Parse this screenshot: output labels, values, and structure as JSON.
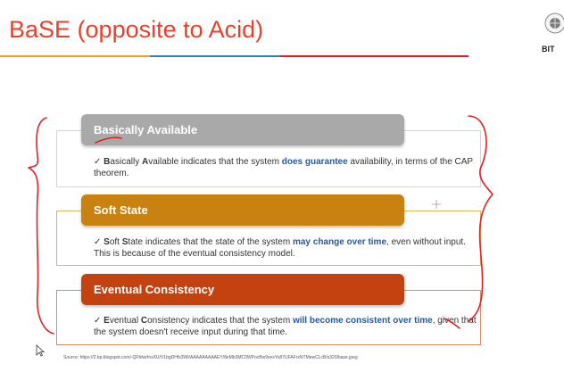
{
  "slide": {
    "title": "BaSE (opposite to Acid)",
    "colors": {
      "title": "#e8402a",
      "rule_orange": "#f5a21a",
      "rule_blue": "#2f7fc1",
      "rule_red": "#e31e24"
    }
  },
  "logo": {
    "text": "BIT",
    "icon": "university-crest-icon"
  },
  "sections": [
    {
      "heading": "Basically Available",
      "color": "#a9a9a9",
      "parts": [
        "B",
        "asically ",
        "A",
        "vailable indicates that the system ",
        "does guarantee",
        " availability, in terms of the CAP theorem."
      ]
    },
    {
      "heading": "Soft State",
      "color": "#c9820f",
      "parts": [
        "S",
        "oft ",
        "S",
        "tate indicates that the state of the system ",
        "may change over time",
        ", even without input. This is because of the eventual consistency model."
      ]
    },
    {
      "heading": "Eventual Consistency",
      "color": "#c4420f",
      "parts": [
        "E",
        "ventual ",
        "C",
        "onsistency indicates that the system ",
        "will become consistent over time",
        ", given that the system doesn't receive input during that time."
      ]
    }
  ],
  "check_mark": "✓",
  "source": "Source: https://2.bp.blogspot.com/-QFbfwrfnxXU/V1bgDHfs3WI/AAAAAAAAAEY/8eMb3MC0WPocBw9vesYo87UFAFrxNTMewCLcB/s320/base.jpeg",
  "annotation_color": "#e31e24"
}
